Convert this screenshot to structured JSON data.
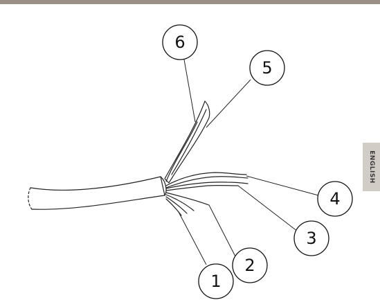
{
  "header": {
    "bar_color": "#9a8f84"
  },
  "language_tab": {
    "label": "ENGLISH",
    "background": "#d1ccc6"
  },
  "diagram": {
    "subject": "multi-wire cable with stripped conductors",
    "callouts": [
      {
        "id": "1",
        "label": "1"
      },
      {
        "id": "2",
        "label": "2"
      },
      {
        "id": "3",
        "label": "3"
      },
      {
        "id": "4",
        "label": "4"
      },
      {
        "id": "5",
        "label": "5"
      },
      {
        "id": "6",
        "label": "6"
      }
    ]
  }
}
